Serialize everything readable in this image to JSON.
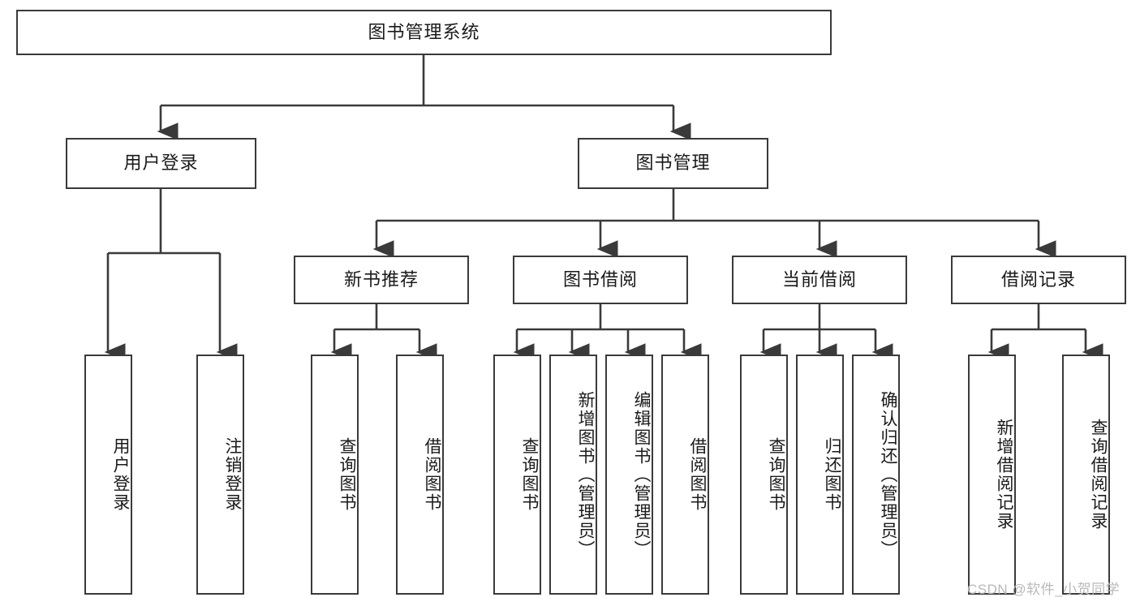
{
  "diagram": {
    "type": "tree-hierarchy",
    "title": "图书管理系统",
    "root": {
      "id": "root",
      "label": "图书管理系统"
    },
    "level2": [
      {
        "id": "user-login",
        "label": "用户登录"
      },
      {
        "id": "book-manage",
        "label": "图书管理"
      }
    ],
    "level3": [
      {
        "id": "new-book-rec",
        "label": "新书推荐",
        "parent": "book-manage"
      },
      {
        "id": "book-borrow",
        "label": "图书借阅",
        "parent": "book-manage"
      },
      {
        "id": "current-borrow",
        "label": "当前借阅",
        "parent": "book-manage"
      },
      {
        "id": "borrow-record",
        "label": "借阅记录",
        "parent": "book-manage"
      }
    ],
    "leaves": [
      {
        "id": "leaf-user-login",
        "label": "用户登录",
        "parent": "user-login"
      },
      {
        "id": "leaf-logout-login",
        "label": "注销登录",
        "parent": "user-login"
      },
      {
        "id": "leaf-query-book-1",
        "label": "查询图书",
        "parent": "new-book-rec"
      },
      {
        "id": "leaf-borrow-book-1",
        "label": "借阅图书",
        "parent": "new-book-rec"
      },
      {
        "id": "leaf-query-book-2",
        "label": "查询图书",
        "parent": "book-borrow"
      },
      {
        "id": "leaf-add-book",
        "label": "新增图书（管理员）",
        "parent": "book-borrow"
      },
      {
        "id": "leaf-edit-book",
        "label": "编辑图书（管理员）",
        "parent": "book-borrow"
      },
      {
        "id": "leaf-borrow-book-2",
        "label": "借阅图书",
        "parent": "book-borrow"
      },
      {
        "id": "leaf-query-book-3",
        "label": "查询图书",
        "parent": "current-borrow"
      },
      {
        "id": "leaf-return-book",
        "label": "归还图书",
        "parent": "current-borrow"
      },
      {
        "id": "leaf-confirm-return",
        "label": "确认归还（管理员）",
        "parent": "current-borrow"
      },
      {
        "id": "leaf-add-record",
        "label": "新增借阅记录",
        "parent": "borrow-record"
      },
      {
        "id": "leaf-query-record",
        "label": "查询借阅记录",
        "parent": "borrow-record"
      }
    ],
    "colors": {
      "stroke": "#3a3a3a",
      "fill": "#ffffff",
      "text": "#1a1a1a",
      "watermark": "#b9b9b9"
    }
  },
  "watermark": {
    "text": "CSDN @软件_小贺同学"
  }
}
